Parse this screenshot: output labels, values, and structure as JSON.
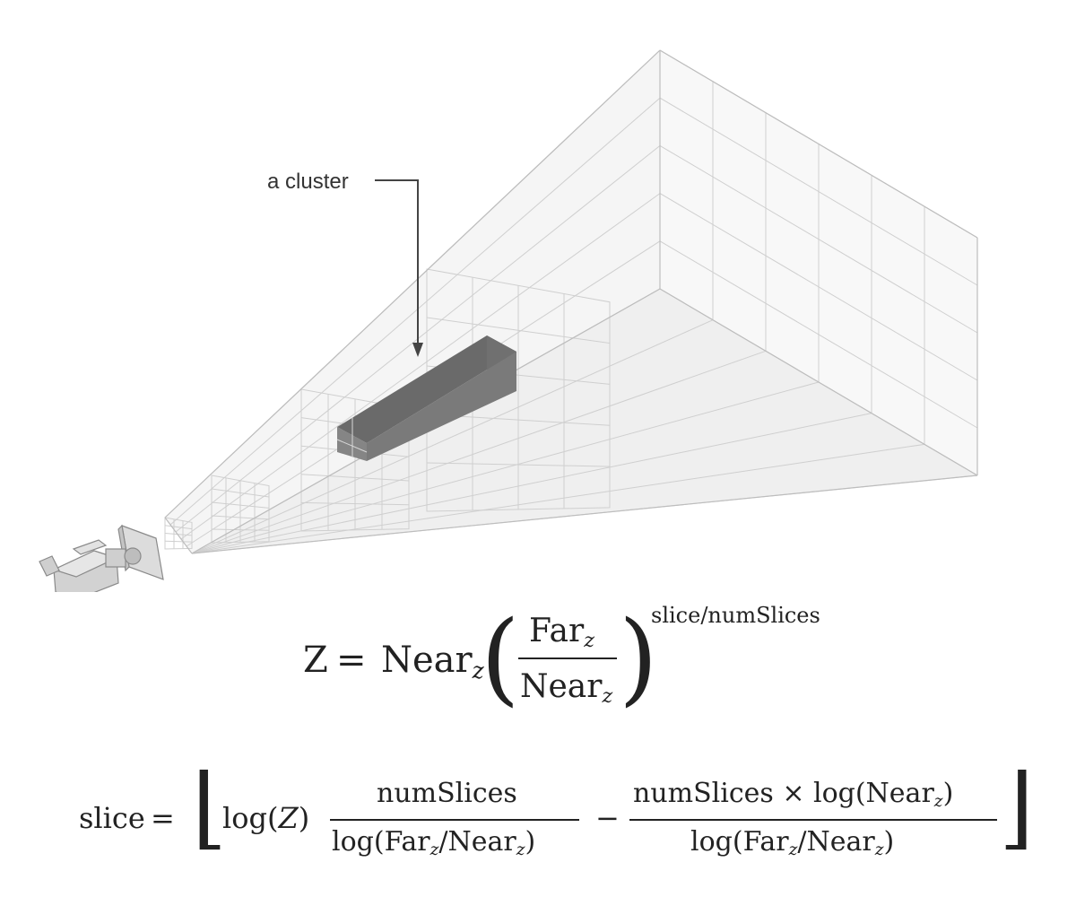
{
  "diagram": {
    "callout_label": "a cluster"
  },
  "equations": {
    "z": {
      "lhs": "Z",
      "equals": "=",
      "near_base": "Near",
      "sub": "z",
      "num_base": "Far",
      "den_base": "Near",
      "exponent": "slice/numSlices"
    },
    "slice": {
      "lhs": "slice",
      "equals": "=",
      "log_z_prefix": "log(",
      "log_z_var": "Z",
      "log_z_suffix": ")",
      "frac1_num": "numSlices",
      "den_prefix": "log(Far",
      "den_mid": "/Near",
      "den_suffix": ")",
      "sub": "z",
      "minus": "−",
      "frac2_num_prefix": "numSlices × log(Near",
      "frac2_num_suffix": ")"
    }
  }
}
